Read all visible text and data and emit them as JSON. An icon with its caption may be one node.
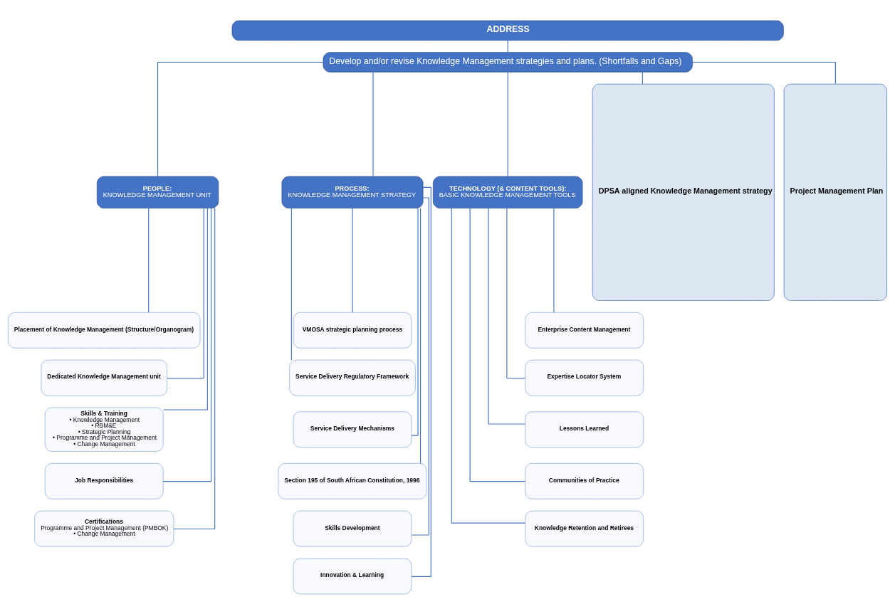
{
  "diagram": {
    "nodes": [
      {
        "text": [
          "ADDRESS"
        ]
      },
      {
        "text": [
          "Develop and/or revise Knowledge Management strategies and plans. (Shortfalls and Gaps)"
        ]
      },
      {
        "text": [
          "PEOPLE:",
          "KNOWLEDGE MANAGEMENT UNIT"
        ]
      },
      {
        "text": [
          "PROCESS:",
          "KNOWLEDGE MANAGEMENT STRATEGY"
        ]
      },
      {
        "text": [
          "TECHNOLOGY (& CONTENT TOOLS):",
          "BASIC KNOWLEDGE MANAGEMENT TOOLS"
        ]
      },
      {
        "text": [
          "Placement of Knowledge Management (Structure/Organogram)"
        ]
      },
      {
        "text": [
          "Dedicated Knowledge Management unit"
        ]
      },
      {
        "text": [
          "Skills & Training",
          "• Knowledge Management",
          "• RBM&E",
          "• Strategic Planning",
          "• Programme and Project Management",
          "• Change Management"
        ]
      },
      {
        "text": [
          "Job Responsibilities"
        ]
      },
      {
        "text": [
          "Certifications",
          "Programme and Project Management (PMBOK)",
          "• Change Management"
        ]
      },
      {
        "text": [
          "VMOSA strategic planning process"
        ]
      },
      {
        "text": [
          "Service Delivery Regulatory Framework"
        ]
      },
      {
        "text": [
          "Service Delivery Mechanisms"
        ]
      },
      {
        "text": [
          "Section 195 of South African Constitution, 1996"
        ]
      },
      {
        "text": [
          "Skills Development"
        ]
      },
      {
        "text": [
          "Innovation & Learning"
        ]
      },
      {
        "text": [
          "Enterprise Content Management"
        ]
      },
      {
        "text": [
          "Expertise Locator System"
        ]
      },
      {
        "text": [
          "Lessons Learned"
        ]
      },
      {
        "text": [
          "Communities of Practice"
        ]
      },
      {
        "text": [
          "Knowledge Retention and Retirees"
        ]
      },
      {
        "text": [
          "DPSA aligned Knowledge Management strategy"
        ]
      },
      {
        "text": [
          "Project Management Plan"
        ]
      }
    ],
    "edges": [
      {
        "from": 0,
        "to": 1,
        "arrow": "none"
      },
      {
        "from": 1,
        "to": 2,
        "arrow": "none"
      },
      {
        "from": 1,
        "to": 3,
        "arrow": "none"
      },
      {
        "from": 1,
        "to": 4,
        "arrow": "none"
      },
      {
        "from": 1,
        "to": 21,
        "arrow": "none"
      },
      {
        "from": 1,
        "to": 22,
        "arrow": "none"
      },
      {
        "from": 2,
        "to": 5,
        "arrow": "none"
      },
      {
        "from": 2,
        "to": 6,
        "arrow": "none"
      },
      {
        "from": 2,
        "to": 7,
        "arrow": "none"
      },
      {
        "from": 2,
        "to": 8,
        "arrow": "none"
      },
      {
        "from": 2,
        "to": 9,
        "arrow": "none"
      },
      {
        "from": 3,
        "to": 10,
        "arrow": "none"
      },
      {
        "from": 3,
        "to": 11,
        "arrow": "none"
      },
      {
        "from": 3,
        "to": 12,
        "arrow": "none"
      },
      {
        "from": 3,
        "to": 13,
        "arrow": "none"
      },
      {
        "from": 3,
        "to": 14,
        "arrow": "none"
      },
      {
        "from": 3,
        "to": 15,
        "arrow": "none"
      },
      {
        "from": 4,
        "to": 16,
        "arrow": "none"
      },
      {
        "from": 4,
        "to": 17,
        "arrow": "none"
      },
      {
        "from": 4,
        "to": 18,
        "arrow": "none"
      },
      {
        "from": 4,
        "to": 19,
        "arrow": "none"
      },
      {
        "from": 4,
        "to": 20,
        "arrow": "none"
      }
    ]
  }
}
